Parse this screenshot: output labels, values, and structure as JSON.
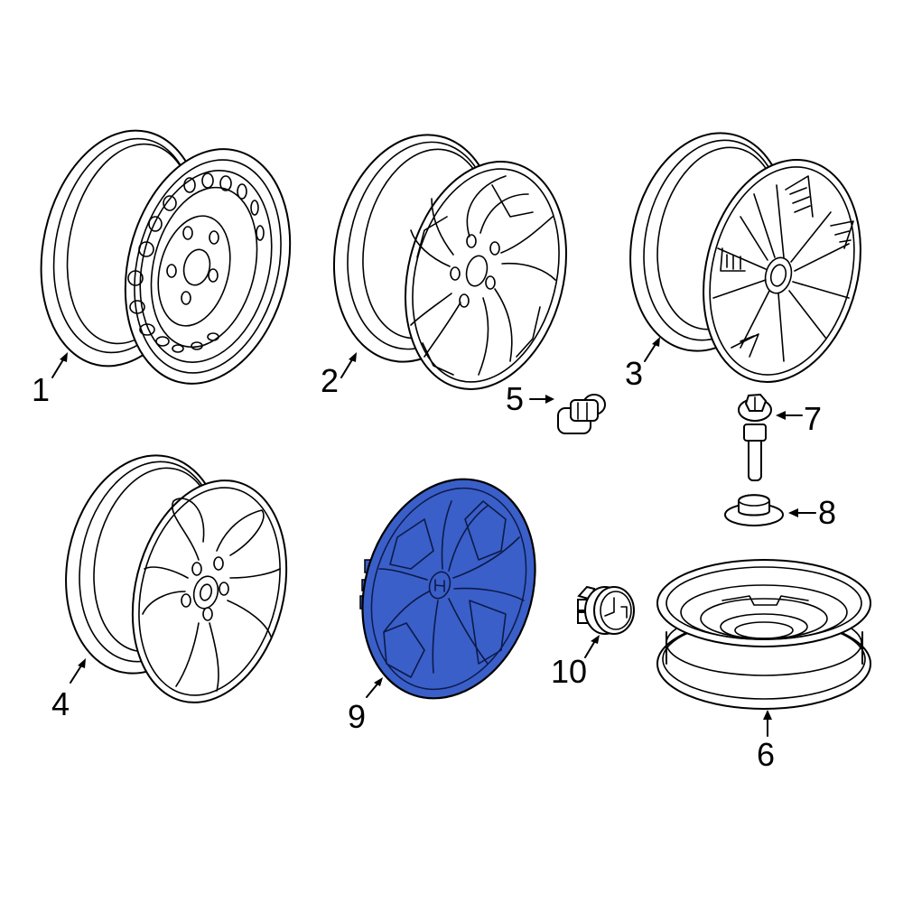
{
  "diagram": {
    "type": "exploded parts diagram",
    "subject": "Wheel and related components",
    "highlight_color": "#3a5fc8",
    "outline_color": "#000000",
    "background": "#ffffff",
    "highlighted_part": "9"
  },
  "callouts": [
    {
      "id": "1",
      "label": "1",
      "part": "steel-wheel"
    },
    {
      "id": "2",
      "label": "2",
      "part": "alloy-wheel-twisted-spoke"
    },
    {
      "id": "3",
      "label": "3",
      "part": "alloy-wheel-split-spoke"
    },
    {
      "id": "4",
      "label": "4",
      "part": "alloy-wheel-five-spoke"
    },
    {
      "id": "5",
      "label": "5",
      "part": "lug-nut"
    },
    {
      "id": "6",
      "label": "6",
      "part": "spare-wheel"
    },
    {
      "id": "7",
      "label": "7",
      "part": "tpms-valve-sensor"
    },
    {
      "id": "8",
      "label": "8",
      "part": "valve-cap-washer"
    },
    {
      "id": "9",
      "label": "9",
      "part": "wheel-cover"
    },
    {
      "id": "10",
      "label": "10",
      "part": "center-cap"
    }
  ]
}
